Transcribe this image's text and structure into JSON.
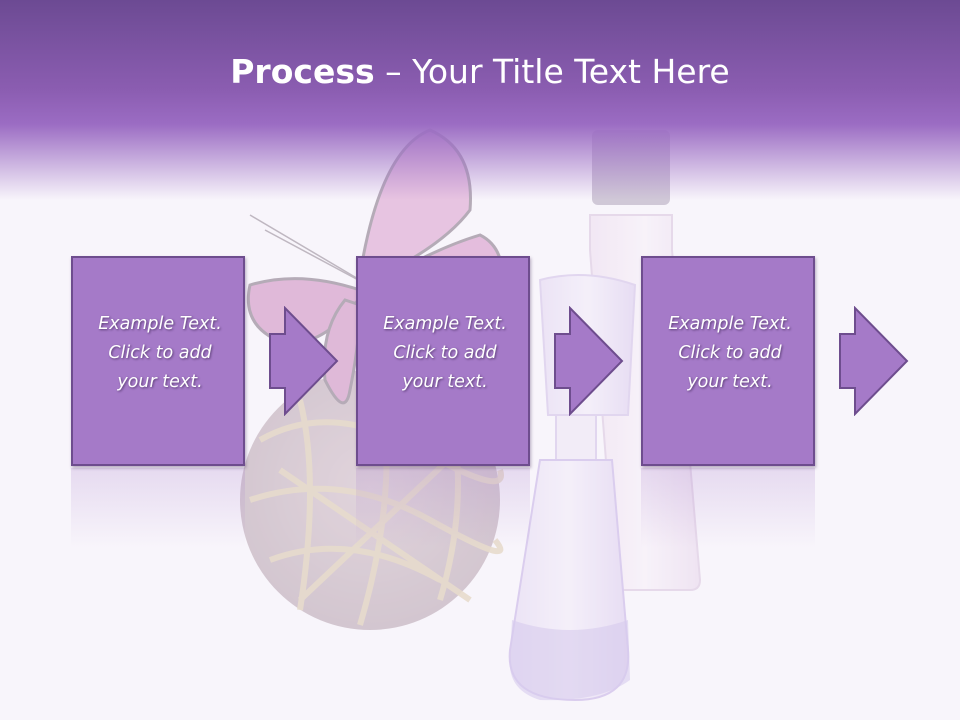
{
  "slide": {
    "title_bold": "Process",
    "title_rest": " – Your Title Text Here"
  },
  "steps": [
    {
      "lines": [
        "Example Text.",
        "Click  to add",
        "your text."
      ]
    },
    {
      "lines": [
        "Example Text.",
        "Click  to add",
        "your text."
      ]
    },
    {
      "lines": [
        "Example Text.",
        "Click  to add",
        "your text."
      ]
    }
  ],
  "colors": {
    "header": "#8b5db1",
    "box_fill": "#a57ac8",
    "box_border": "#6e4d8e",
    "text": "#ffffff"
  }
}
